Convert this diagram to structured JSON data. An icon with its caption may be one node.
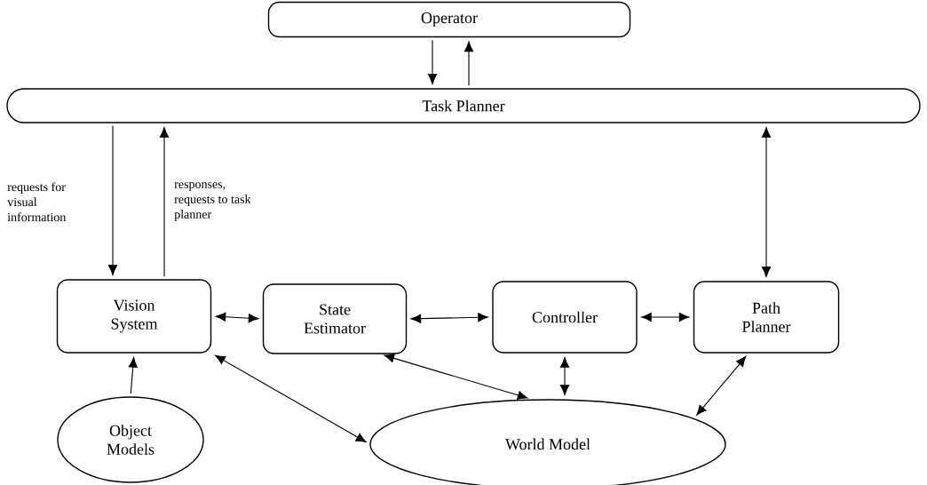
{
  "diagram": {
    "nodes": [
      {
        "text": [
          "Operator"
        ]
      },
      {
        "text": [
          "Task Planner"
        ]
      },
      {
        "text": [
          "Vision System"
        ]
      },
      {
        "text": [
          "State Estimator"
        ]
      },
      {
        "text": [
          "Controller"
        ]
      },
      {
        "text": [
          "Path Planner"
        ]
      },
      {
        "text": [
          "Object Models"
        ]
      },
      {
        "text": [
          "World Model"
        ]
      }
    ],
    "edges": [
      {
        "from": 0,
        "to": 1,
        "arrow": "to"
      },
      {
        "from": 1,
        "to": 0,
        "arrow": "to"
      },
      {
        "from": 1,
        "to": 2,
        "arrow": "to",
        "label": "requests for visual information"
      },
      {
        "from": 2,
        "to": 1,
        "arrow": "to",
        "label": "responses, requests to task planner"
      },
      {
        "from": 1,
        "to": 5,
        "arrow": "both"
      },
      {
        "from": 2,
        "to": 3,
        "arrow": "both"
      },
      {
        "from": 3,
        "to": 4,
        "arrow": "both"
      },
      {
        "from": 4,
        "to": 5,
        "arrow": "both"
      },
      {
        "from": 6,
        "to": 2,
        "arrow": "to"
      },
      {
        "from": 2,
        "to": 7,
        "arrow": "both"
      },
      {
        "from": 3,
        "to": 7,
        "arrow": "both"
      },
      {
        "from": 4,
        "to": 7,
        "arrow": "both"
      },
      {
        "from": 5,
        "to": 7,
        "arrow": "both"
      }
    ]
  }
}
